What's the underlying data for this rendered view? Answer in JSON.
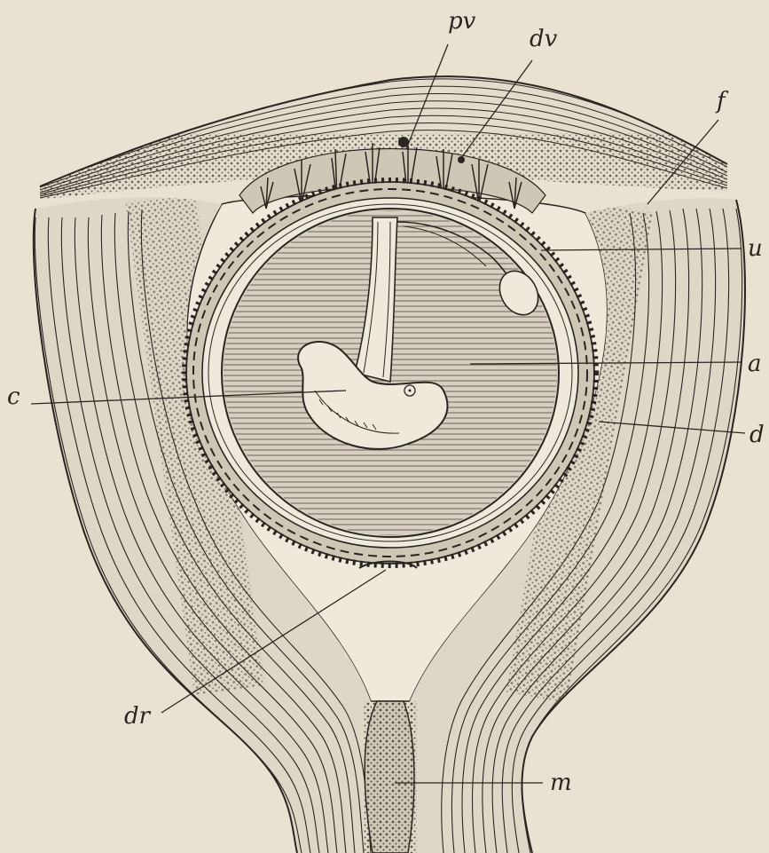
{
  "colors": {
    "paper": "#e9e2d3",
    "ink": "#2a2520",
    "hatch": "#4b443b",
    "fluid": "#d7d0c2",
    "cavity": "#efe9dc"
  },
  "labels": {
    "pv": "pv",
    "dv": "dv",
    "f": "f",
    "u": "u",
    "a": "a",
    "c": "c",
    "d": "d",
    "dr": "dr",
    "m": "m"
  }
}
